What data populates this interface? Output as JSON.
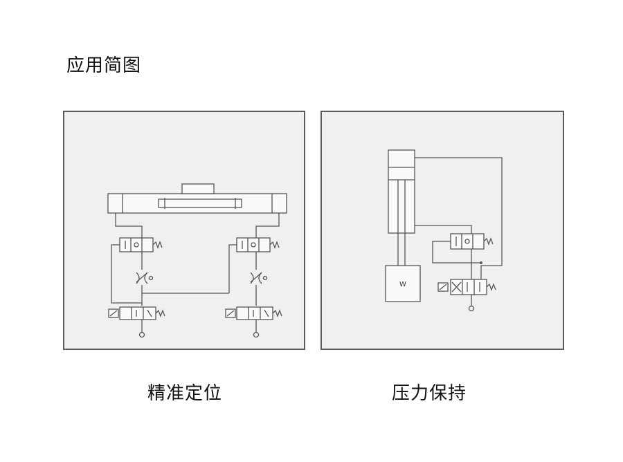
{
  "heading": "应用简图",
  "diagrams": [
    {
      "caption": "精准定位"
    },
    {
      "caption": "压力保持",
      "load_label": "W"
    }
  ]
}
